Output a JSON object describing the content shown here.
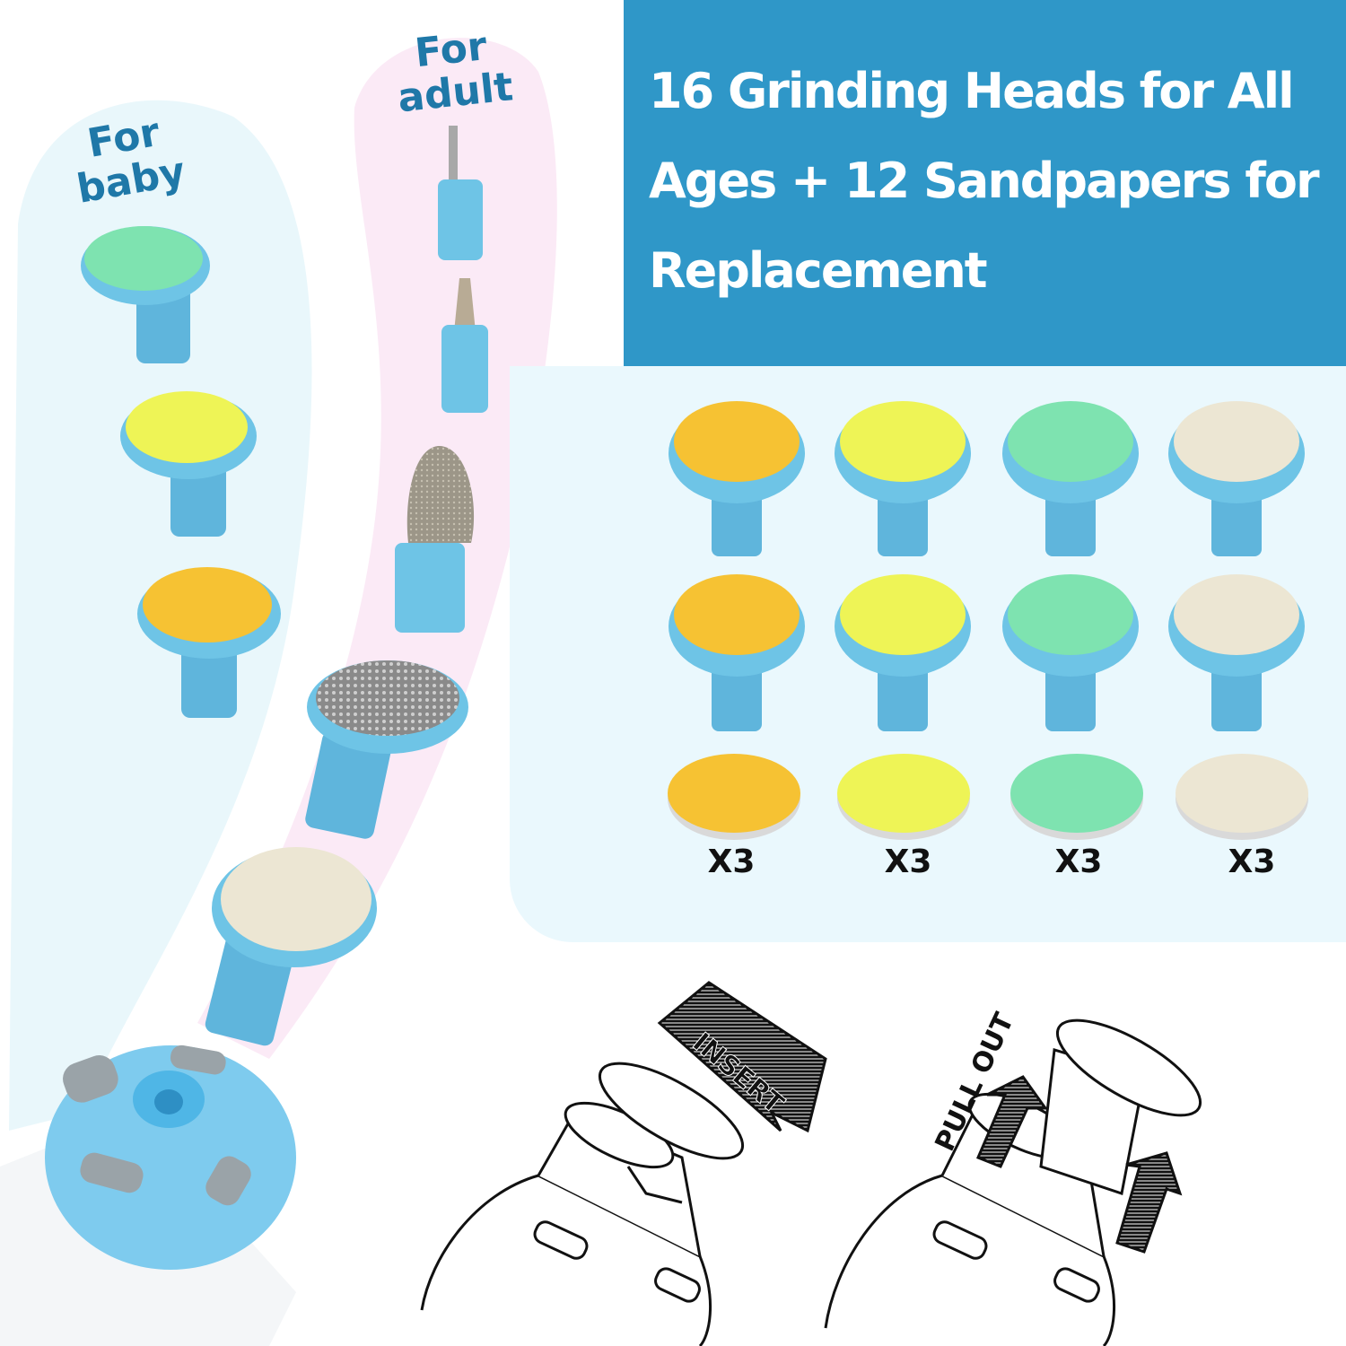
{
  "banner": {
    "lines": [
      "16 Grinding Heads for All",
      "Ages + 12 Sandpapers for",
      "Replacement"
    ]
  },
  "labels": {
    "baby": [
      "For",
      "baby"
    ],
    "adult": [
      "For",
      "adult"
    ]
  },
  "grid": {
    "quantities": [
      "X3",
      "X3",
      "X3",
      "X3"
    ]
  },
  "diagram": {
    "insert_label": "INSERT",
    "pull_out_label": "PULL OUT"
  },
  "colors": {
    "accent_blue": "#2f97c8",
    "head_blue": "#6ec4e6",
    "pad_orange": "#f6c233",
    "pad_yellow": "#eef456",
    "pad_green": "#7ee3b0",
    "pad_felt": "#ece6d3"
  }
}
